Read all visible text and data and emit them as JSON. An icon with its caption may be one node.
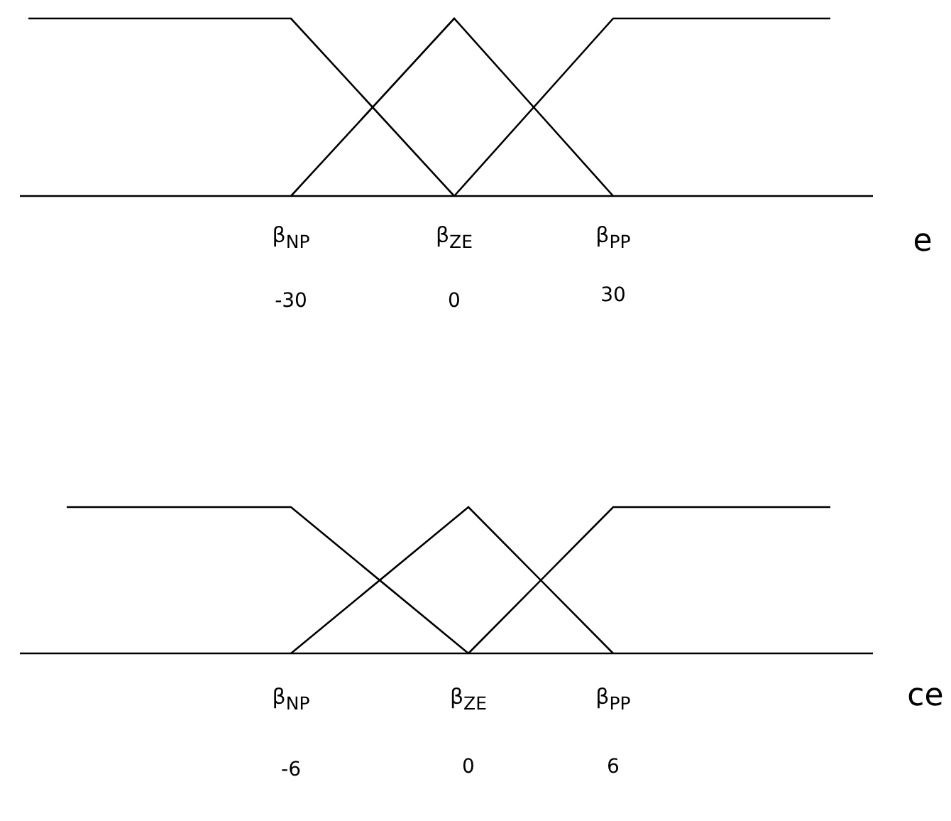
{
  "diagram": {
    "labels": [
      "β$_{NP}$",
      "β$_{ZE}$",
      "β$_{PP}$",
      "e",
      "-30",
      "0",
      "30",
      "β$_{NP}$",
      "β$_{ZE}$",
      "β$_{PP}$",
      "ce",
      "-6",
      "0",
      "6"
    ]
  }
}
